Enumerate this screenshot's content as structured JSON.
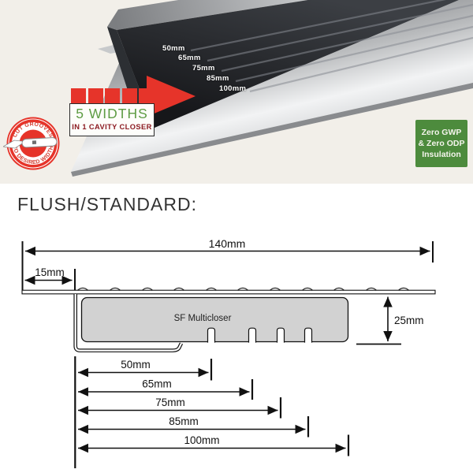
{
  "hero": {
    "product_width_labels": [
      "50mm",
      "65mm",
      "75mm",
      "85mm",
      "100mm"
    ],
    "callout": {
      "headline": "5 WIDTHS",
      "subline": "IN 1 CAVITY CLOSER"
    },
    "stamp": {
      "arc_top": "CUT GROOVES",
      "arc_bottom": "TO DESIRED WIDTH"
    },
    "eco_badge": {
      "line1": "Zero GWP",
      "line2": "& Zero ODP",
      "line3": "Insulation"
    }
  },
  "diagram": {
    "heading": "FLUSH/STANDARD:",
    "product_label": "SF Multicloser",
    "dims": {
      "overall": "140mm",
      "offset": "15mm",
      "depth": "25mm"
    },
    "widths": [
      "50mm",
      "65mm",
      "75mm",
      "85mm",
      "100mm"
    ]
  },
  "colors": {
    "accent_red": "#e6342a",
    "callout_green": "#5e9c44",
    "callout_maroon": "#8c1b21",
    "eco_badge_green": "#4d8b3d",
    "insulation_gray": "#d2d2d2",
    "hero_background": "#f2efe9"
  }
}
